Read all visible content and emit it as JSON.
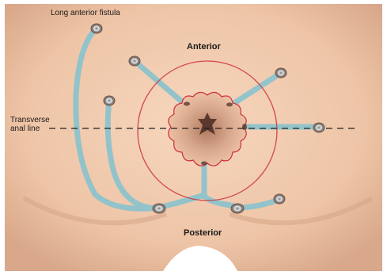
{
  "labels": {
    "long_fistula": "Long anterior fistula",
    "anterior": "Anterior",
    "posterior": "Posterior",
    "transverse_line1": "Transverse",
    "transverse_line2": "anal line"
  },
  "colors": {
    "skin_light": "#f4d2b8",
    "skin_dark": "#e2b092",
    "tract": "#8ec3cc",
    "circle": "#cc2f3a",
    "dashed_line": "#222222"
  }
}
